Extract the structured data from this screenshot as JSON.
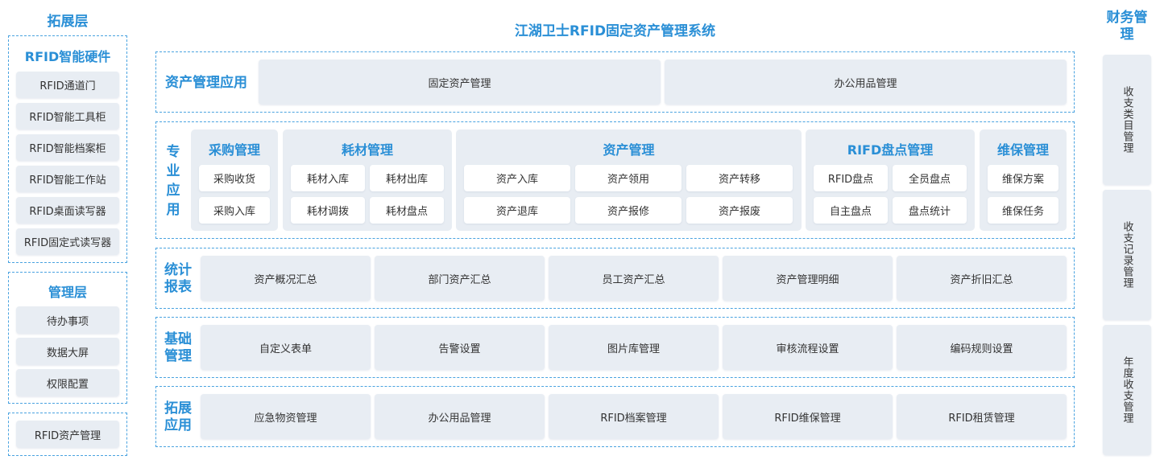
{
  "left": {
    "expand_title": "拓展层",
    "hardware": {
      "title": "RFID智能硬件",
      "items": [
        "RFID通道门",
        "RFID智能工具柜",
        "RFID智能档案柜",
        "RFID智能工作站",
        "RFID桌面读写器",
        "RFID固定式读写器"
      ]
    },
    "mgmt": {
      "title": "管理层",
      "items": [
        "待办事项",
        "数据大屏",
        "权限配置"
      ]
    },
    "rfid_asset": "RFID资产管理"
  },
  "main": {
    "title": "江湖卫士RFID固定资产管理系统",
    "app": {
      "label": "资产管理应用",
      "items": [
        "固定资产管理",
        "办公用品管理"
      ]
    },
    "pro": {
      "label": "专业应用",
      "groups": [
        {
          "title": "采购管理",
          "items": [
            "采购收货",
            "采购入库"
          ]
        },
        {
          "title": "耗材管理",
          "items": [
            "耗材入库",
            "耗材出库",
            "耗材调拨",
            "耗材盘点"
          ]
        },
        {
          "title": "资产管理",
          "items": [
            "资产入库",
            "资产领用",
            "资产转移",
            "资产退库",
            "资产报修",
            "资产报废"
          ]
        },
        {
          "title": "RIFD盘点管理",
          "items": [
            "RFID盘点",
            "全员盘点",
            "自主盘点",
            "盘点统计"
          ]
        },
        {
          "title": "维保管理",
          "items": [
            "维保方案",
            "维保任务"
          ]
        }
      ]
    },
    "stats": {
      "label": "统计报表",
      "items": [
        "资产概况汇总",
        "部门资产汇总",
        "员工资产汇总",
        "资产管理明细",
        "资产折旧汇总"
      ]
    },
    "base": {
      "label": "基础管理",
      "items": [
        "自定义表单",
        "告警设置",
        "图片库管理",
        "审核流程设置",
        "编码规则设置"
      ]
    },
    "ext": {
      "label": "拓展应用",
      "items": [
        "应急物资管理",
        "办公用品管理",
        "RFID档案管理",
        "RFID维保管理",
        "RFID租赁管理"
      ]
    }
  },
  "right": {
    "title": "财务管理",
    "items": [
      "收支类目管理",
      "收支记录管理",
      "年度收支管理"
    ]
  }
}
